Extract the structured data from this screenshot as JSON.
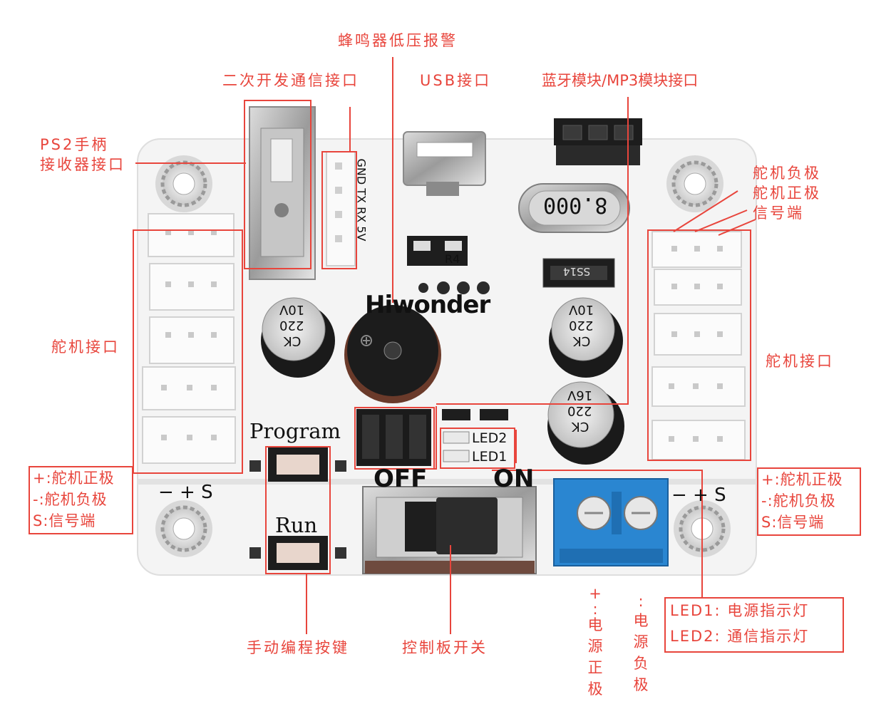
{
  "labels": {
    "buzzer": "蜂鸣器低压报警",
    "dev_comm": "二次开发通信接口",
    "usb": "USB接口",
    "bt_mp3": "蓝牙模块/MP3模块接口",
    "ps2_line1": "PS2手柄",
    "ps2_line2": "接收器接口",
    "servo_left": "舵机接口",
    "servo_right": "舵机接口",
    "servo_neg": "舵机负极",
    "servo_pos": "舵机正极",
    "signal": "信号端",
    "left_legend": [
      "+:舵机正极",
      "-:舵机负极",
      "S:信号端"
    ],
    "right_legend": [
      "+:舵机正极",
      "-:舵机负极",
      "S:信号端"
    ],
    "led_legend": [
      "LED1: 电源指示灯",
      "LED2: 通信指示灯"
    ],
    "manual_button": "手动编程按键",
    "switch": "控制板开关",
    "power_pos": [
      "+",
      ":",
      "电",
      "源",
      "正",
      "极"
    ],
    "power_neg": [
      ":",
      "电",
      "源",
      "负",
      "极"
    ]
  },
  "silkscreen": {
    "program": "Program",
    "run": "Run",
    "off": "OFF",
    "on": "ON",
    "brand": "Hiwonder",
    "led2": "LED2",
    "led1": "LED1",
    "r4": "R4",
    "crystal": "8.000",
    "diode": "SS14",
    "gnd_txrx": "GND TX RX 5V",
    "cap_10v": "10V",
    "cap_220": "220",
    "cap_ck": "CK",
    "cap_16v": "16V",
    "minus_plus_s": "− + S"
  },
  "colors": {
    "annotation": "#e8453c",
    "board": "#f4f4f4",
    "terminal": "#2a86d1"
  }
}
